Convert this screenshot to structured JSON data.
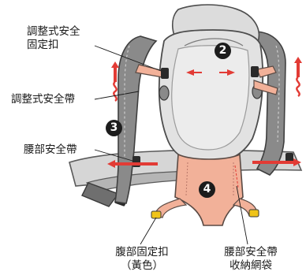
{
  "labels": {
    "adjustable_buckle_line1": "調整式安全",
    "adjustable_buckle_line2": "固定扣",
    "adjustable_strap": "調整式安全帶",
    "waist_belt": "腰部安全帶",
    "waist_buckle_line1": "腹部固定扣",
    "waist_buckle_line2": "（黃色）",
    "belt_pocket_line1": "腰部安全帶",
    "belt_pocket_line2": "收納網袋"
  },
  "steps": {
    "step2": "2",
    "step3": "3",
    "step4": "4"
  },
  "colors": {
    "accent_red": "#e23b35",
    "strap_salmon": "#f2b199",
    "carrier_grey": "#d8d8d8",
    "pad_grey": "#8c8c8c",
    "buckle_yellow": "#f0c419",
    "ink": "#1a1a1a"
  }
}
